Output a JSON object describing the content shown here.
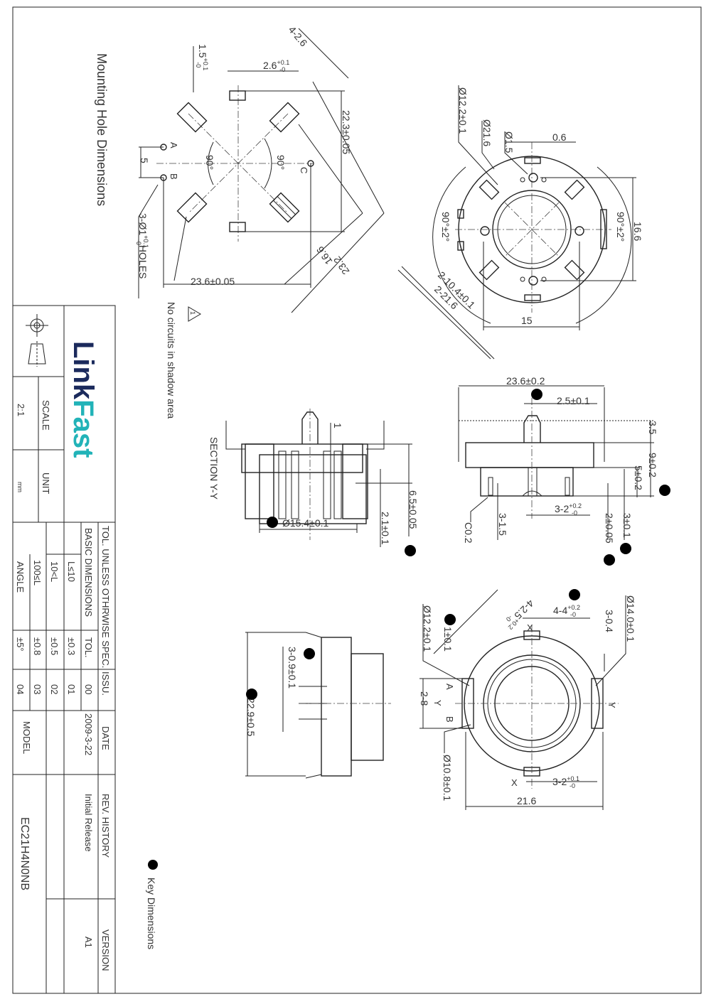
{
  "mounting_hole": {
    "title": "Mounting Hole Dimensions",
    "d_4_2_6": "4-2.6",
    "d_1_5": {
      "m": "1.5",
      "u": "+0.1",
      "d": "-0"
    },
    "d_2_6": {
      "m": "2.6",
      "u": "+0.1",
      "d": "-0"
    },
    "d_22_3": "22.3±0.05",
    "d_5": "5",
    "label_a": "A",
    "label_b": "B",
    "label_c": "C",
    "angle_left": "90°",
    "angle_right": "90°",
    "holes": {
      "m": "3-Ø1",
      "u": "+0.1",
      "d": "-0",
      "suffix": "HOLES"
    },
    "d_23_6": "23.6±0.05",
    "d_16_6": "16.6",
    "d_23_2": "23.2",
    "note_icon": "1",
    "note": "No circuits in shadow area"
  },
  "top_view": {
    "d_12_2": "Ø12.2±0.1",
    "d_21_6": "Ø21.6",
    "d_1_5": "Ø1.5",
    "d_0_6": "0.6",
    "angle_left": "90°±2°",
    "angle_right": "90°±2°",
    "d_16_6": "16.6",
    "d_10_4": "2-10.4±0.1",
    "d_2_21_6": "2-21.6",
    "d_15": "15"
  },
  "section_view": {
    "title": "SECTION Y-Y",
    "d_1": "1",
    "d_6_5": "6.5±0.05",
    "d_2_1": "2.1±0.1",
    "d_15_4": "Ø15.4±0.1"
  },
  "side_view": {
    "d_23_6": "23.6±0.2",
    "d_2_5": "2.5±0.1",
    "d_3_5": "3.5",
    "d_9": "9±0.2",
    "d_5": "5±0.2",
    "d_3_2": {
      "m": "3-2",
      "u": "+0.2",
      "d": "-0"
    },
    "c0_2": "C0.2",
    "d_3_1_5": "3-1.5",
    "d_2": "2±0.05",
    "d_3": "3±0.1"
  },
  "end_view": {
    "d_22_9": "22.9±0.5",
    "d_3_0_9": "3-0.9±0.1"
  },
  "bottom_view": {
    "d_4_2_5": {
      "m": "4-2.5",
      "u": "+0.2",
      "d": "-0"
    },
    "d_4_4": {
      "m": "4-4",
      "u": "+0.2",
      "d": "-0"
    },
    "d_3_0_4": "3-0.4",
    "d_14": "Ø14.0±0.1",
    "d_12_2": "Ø12.2±0.1",
    "d_1": "1±0.1",
    "label_a": "A",
    "label_b": "B",
    "d_2_8": "2-8",
    "y_left": "Y",
    "y_right": "Y",
    "x_top": "X",
    "x_bottom": "X",
    "d_10_8": "Ø10.8±0.1",
    "d_3_2": {
      "m": "3-2",
      "u": "+0.1",
      "d": "-0"
    },
    "d_21_6": "21.6"
  },
  "legend": {
    "key_dimensions": "Key Dimensions"
  },
  "title_block": {
    "logo": {
      "part1": "Link",
      "part2": "Fast",
      "color1": "#1b2a5c",
      "color2": "#22b3b8"
    },
    "scale_label": "SCALE",
    "scale_value": "2:1",
    "unit_label": "UNIT",
    "unit_value": "mm",
    "tol_header": "TOL. UNLESS OTHRWISE SPEC.",
    "basic_dimensions": "BASIC DIMENSIONS",
    "tol_label": "TOL.",
    "tol_rows": [
      {
        "range": "L≤10",
        "tol": "±0.3"
      },
      {
        "range": "10<L",
        "tol": "±0.5"
      },
      {
        "range": "100≤L",
        "tol": "±0.8"
      },
      {
        "range": "ANGLE",
        "tol": "±5°"
      }
    ],
    "issu_label": "ISSU.",
    "issues": [
      "00",
      "01",
      "02",
      "03",
      "04"
    ],
    "date_label": "DATE",
    "date": "2009-3-22",
    "rev_label": "REV. HISTORY",
    "rev": "Initial Release",
    "version_label": "VERSION",
    "version": "A1",
    "model_label": "MODEL",
    "model": "EC21H4N0NB"
  }
}
